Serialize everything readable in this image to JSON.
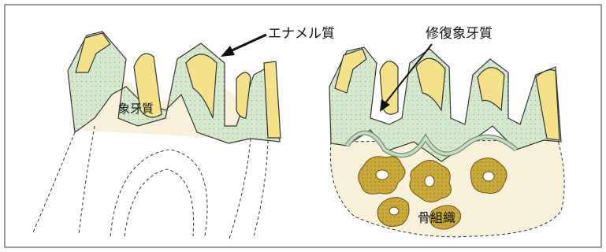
{
  "labels": {
    "enamel": "エナメル質",
    "dentin": "象牙質",
    "reparative_dentin": "修復象牙質",
    "bone_tissue": "骨組織"
  },
  "colors": {
    "enamel": "#f3e28a",
    "dentin": "#d6e8cc",
    "pulp": "#f8f0da",
    "bone": "#c9a93a",
    "reparative": "#c8dcc2",
    "outline": "#333333",
    "background": "#ffffff",
    "border": "#555555"
  }
}
